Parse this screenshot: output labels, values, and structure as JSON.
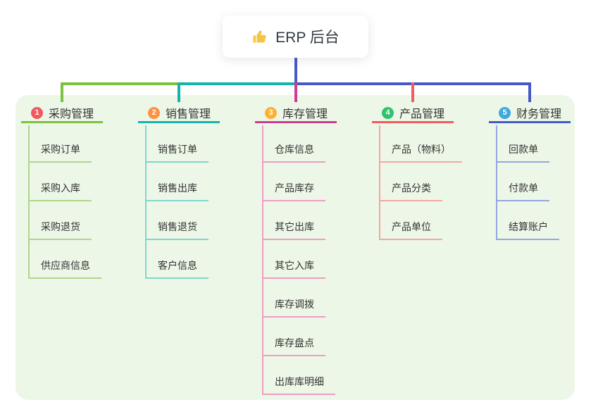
{
  "root": {
    "icon": "thumbs-up-icon",
    "icon_color": "#f6c344",
    "title": "ERP 后台",
    "connector_color": "#4659c4"
  },
  "panel_color": "#edf7e8",
  "text_color": "#333333",
  "branches": [
    {
      "number": "1",
      "label": "采购管理",
      "badge_color": "#f2595f",
      "line_color": "#7cc13f",
      "child_line_color": "#aed68c",
      "children": [
        "采购订单",
        "采购入库",
        "采购退货",
        "供应商信息"
      ]
    },
    {
      "number": "2",
      "label": "销售管理",
      "badge_color": "#ff9240",
      "line_color": "#14b3ab",
      "child_line_color": "#7fd6cf",
      "children": [
        "销售订单",
        "销售出库",
        "销售退货",
        "客户信息"
      ]
    },
    {
      "number": "3",
      "label": "库存管理",
      "badge_color": "#ffb02e",
      "line_color": "#d23a90",
      "child_line_color": "#ee9cc6",
      "children": [
        "仓库信息",
        "产品库存",
        "其它出库",
        "其它入库",
        "库存调拨",
        "库存盘点",
        "出库库明细"
      ]
    },
    {
      "number": "4",
      "label": "产品管理",
      "badge_color": "#2fc36d",
      "line_color": "#f15c5c",
      "child_line_color": "#f5a6a6",
      "children": [
        "产品（物料）",
        "产品分类",
        "产品单位"
      ]
    },
    {
      "number": "5",
      "label": "财务管理",
      "badge_color": "#3ea8e0",
      "line_color": "#4659c4",
      "child_line_color": "#93a6de",
      "children": [
        "回款单",
        "付款单",
        "结算账户"
      ]
    }
  ]
}
